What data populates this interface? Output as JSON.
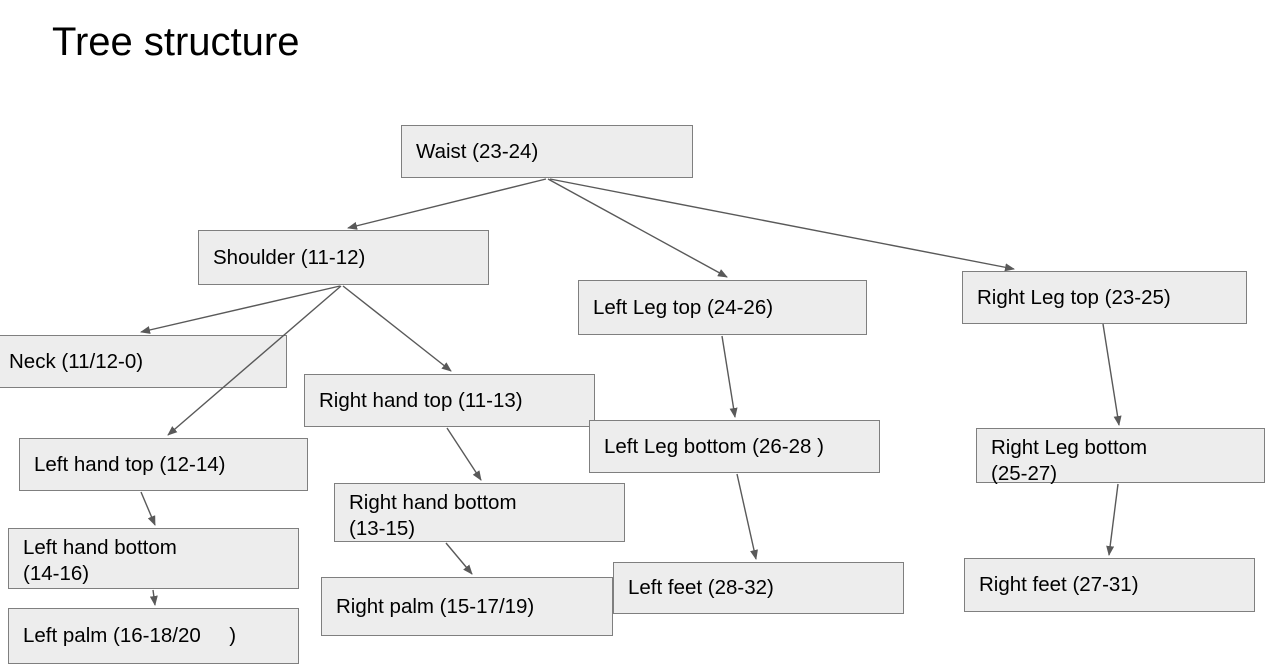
{
  "title": "Tree structure",
  "theme": {
    "background": "#ffffff",
    "node_fill": "#ededed",
    "node_border": "#7f7f7f",
    "edge_color": "#595959",
    "text_color": "#000000"
  },
  "diagram": {
    "type": "tree",
    "nodes": [
      {
        "id": "waist",
        "label": "Waist (23-24)"
      },
      {
        "id": "shoulder",
        "label": "Shoulder (11-12)"
      },
      {
        "id": "left_leg_top",
        "label": "Left Leg top (24-26)"
      },
      {
        "id": "right_leg_top",
        "label": "Right Leg top (23-25)"
      },
      {
        "id": "neck",
        "label": "Neck (11/12-0)"
      },
      {
        "id": "right_hand_top",
        "label": "Right hand top (11-13)"
      },
      {
        "id": "left_leg_bottom",
        "label": "Left Leg bottom (26-28 )"
      },
      {
        "id": "right_leg_bottom",
        "label": "Right Leg bottom\n(25-27)"
      },
      {
        "id": "left_hand_top",
        "label": "Left hand top (12-14)"
      },
      {
        "id": "right_hand_bottom",
        "label": "Right hand bottom\n(13-15)"
      },
      {
        "id": "left_hand_bottom",
        "label": "Left hand bottom\n(14-16)"
      },
      {
        "id": "right_feet",
        "label": "Right feet (27-31)"
      },
      {
        "id": "left_feet",
        "label": "Left feet (28-32)"
      },
      {
        "id": "right_palm",
        "label": "Right palm (15-17/19)"
      },
      {
        "id": "left_palm",
        "label": "Left palm (16-18/20     )"
      }
    ],
    "edges": [
      {
        "from": "waist",
        "to": "shoulder"
      },
      {
        "from": "waist",
        "to": "left_leg_top"
      },
      {
        "from": "waist",
        "to": "right_leg_top"
      },
      {
        "from": "shoulder",
        "to": "neck"
      },
      {
        "from": "shoulder",
        "to": "left_hand_top"
      },
      {
        "from": "shoulder",
        "to": "right_hand_top"
      },
      {
        "from": "right_hand_top",
        "to": "right_hand_bottom"
      },
      {
        "from": "right_hand_bottom",
        "to": "right_palm"
      },
      {
        "from": "left_hand_top",
        "to": "left_hand_bottom"
      },
      {
        "from": "left_hand_bottom",
        "to": "left_palm"
      },
      {
        "from": "left_leg_top",
        "to": "left_leg_bottom"
      },
      {
        "from": "left_leg_bottom",
        "to": "left_feet"
      },
      {
        "from": "right_leg_top",
        "to": "right_leg_bottom"
      },
      {
        "from": "right_leg_bottom",
        "to": "right_feet"
      }
    ]
  }
}
